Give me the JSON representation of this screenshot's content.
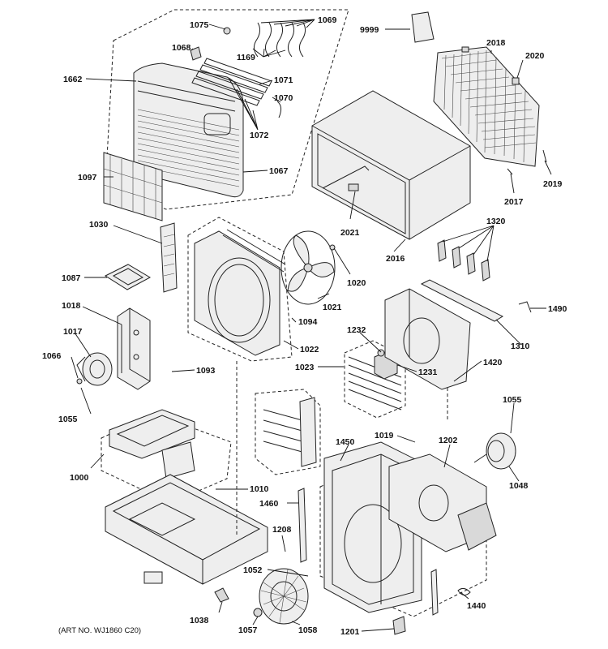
{
  "diagram": {
    "caption": "(ART NO. WJ1860 C20)",
    "labels": {
      "p1075": "1075",
      "p1069": "1069",
      "p9999": "9999",
      "p2018": "2018",
      "p1068": "1068",
      "p1169": "1169",
      "p2020": "2020",
      "p1662": "1662",
      "p1071": "1071",
      "p1070": "1070",
      "p1072": "1072",
      "p1097": "1097",
      "p1067": "1067",
      "p2019": "2019",
      "p2017": "2017",
      "p2021": "2021",
      "p2016": "2016",
      "p1030": "1030",
      "p1320": "1320",
      "p1087": "1087",
      "p1020": "1020",
      "p1021": "1021",
      "p1018": "1018",
      "p1490": "1490",
      "p1094": "1094",
      "p1232": "1232",
      "p1310": "1310",
      "p1017": "1017",
      "p1022": "1022",
      "p1420": "1420",
      "p1066": "1066",
      "p1023": "1023",
      "p1231": "1231",
      "p1093": "1093",
      "p1055a": "1055",
      "p1055b": "1055",
      "p1019": "1019",
      "p1202": "1202",
      "p1450": "1450",
      "p1000": "1000",
      "p1048": "1048",
      "p1010": "1010",
      "p1460": "1460",
      "p1208": "1208",
      "p1052": "1052",
      "p1440": "1440",
      "p1038": "1038",
      "p1057": "1057",
      "p1058": "1058",
      "p1201": "1201"
    }
  }
}
